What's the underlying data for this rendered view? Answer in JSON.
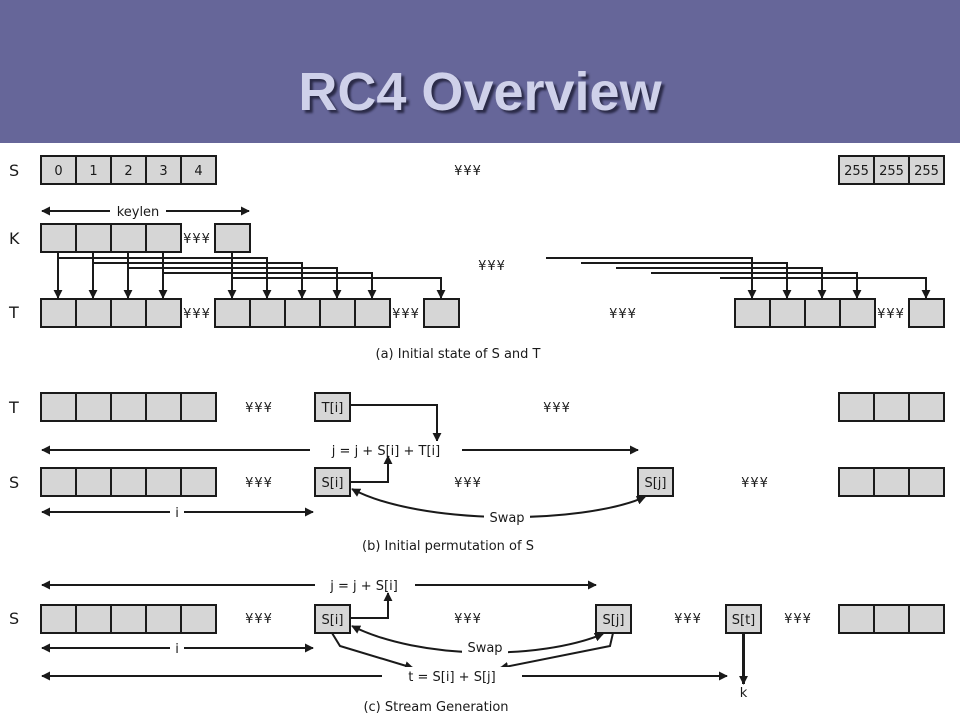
{
  "title": "RC4 Overview",
  "dots": "¥¥¥",
  "row_labels": {
    "S": "S",
    "K": "K",
    "T": "T"
  },
  "cells": {
    "s_start": [
      "0",
      "1",
      "2",
      "3",
      "4"
    ],
    "s_end": [
      "255",
      "255",
      "255"
    ],
    "t_i": "T[i]",
    "s_i": "S[i]",
    "s_j": "S[j]",
    "s_t": "S[t]"
  },
  "labels": {
    "keylen": "keylen",
    "j_update_b": "j = j + S[i] + T[i]",
    "i": "i",
    "swap": "Swap",
    "j_update_c": "j = j + S[i]",
    "t_calc": "t = S[i] + S[j]",
    "k": "k"
  },
  "captions": {
    "a": "(a) Initial state of S and T",
    "b": "(b) Initial permutation of S",
    "c": "(c) Stream Generation"
  }
}
